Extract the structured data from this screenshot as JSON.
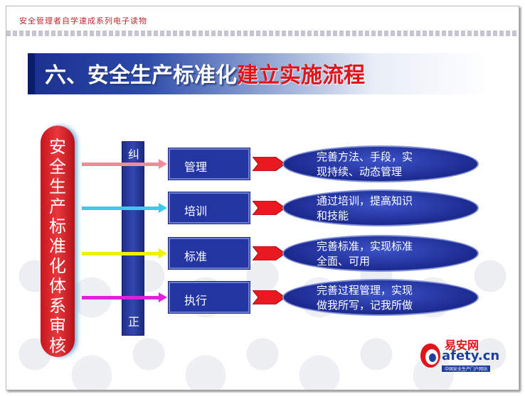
{
  "header": {
    "series_text": "安全管理者自学速成系列电子读物"
  },
  "title": {
    "white_part": "六、安全生产标准化",
    "red_part": "建立实施流程"
  },
  "left_pill": {
    "chars": [
      "安",
      "全",
      "生",
      "产",
      "标",
      "准",
      "化",
      "体",
      "系",
      "审",
      "核"
    ]
  },
  "bar": {
    "top_char": "纠",
    "bottom_char": "正"
  },
  "rows": [
    {
      "label": "管理",
      "desc_line1": "完善方法、手段，实",
      "desc_line2": "现持续、动态管理",
      "arrow_color": "#f08c9a"
    },
    {
      "label": "培训",
      "desc_line1": "通过培训，提高知识",
      "desc_line2": "和技能",
      "arrow_color": "#3cc8f0"
    },
    {
      "label": "标准",
      "desc_line1": "完善标准，实现标准",
      "desc_line2": "全面、可用",
      "arrow_color": "#f0f000"
    },
    {
      "label": "执行",
      "desc_line1": "完善过程管理，实现",
      "desc_line2": "做我所写，记我所做",
      "arrow_color": "#e020e0"
    }
  ],
  "logo": {
    "cn": "易安网",
    "en": "afety.cn",
    "sub": "中国安全生产门户网站"
  }
}
